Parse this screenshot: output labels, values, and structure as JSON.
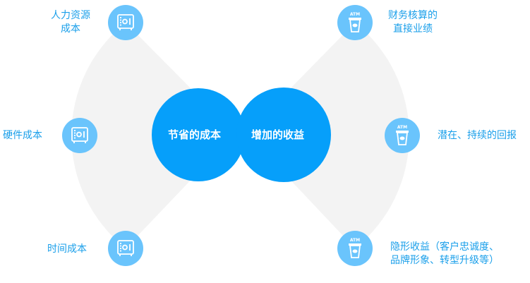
{
  "colors": {
    "hub": "#069ffa",
    "node": "#6ac4fc",
    "fan": "#f3f3f3",
    "label": "#1a9fea",
    "icon": "#ffffff"
  },
  "left_hub": {
    "title": "节省的成本",
    "icon": "safe-icon",
    "items": [
      {
        "label_line1": "人力资源",
        "label_line2": "成本"
      },
      {
        "label_line1": "硬件成本"
      },
      {
        "label_line1": "时间成本"
      }
    ]
  },
  "right_hub": {
    "title": "增加的收益",
    "icon": "atm-icon",
    "atm_text": "ATM",
    "items": [
      {
        "label_line1": "财务核算的",
        "label_line2": "直接业绩"
      },
      {
        "label_line1": "潜在、持续的回报"
      },
      {
        "label_line1": "隐形收益（客户忠诚度、",
        "label_line2": "品牌形象、转型升级等）"
      }
    ]
  }
}
